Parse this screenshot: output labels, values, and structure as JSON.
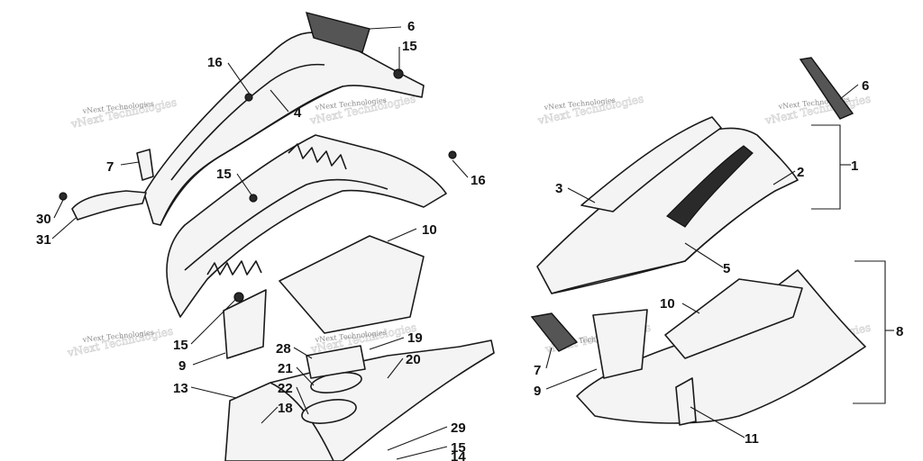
{
  "diagram": {
    "watermark": "vNext Technologies",
    "callouts": [
      {
        "id": "c6a",
        "label": "6"
      },
      {
        "id": "c15a",
        "label": "15"
      },
      {
        "id": "c16a",
        "label": "16"
      },
      {
        "id": "c4",
        "label": "4"
      },
      {
        "id": "c7a",
        "label": "7"
      },
      {
        "id": "c15b",
        "label": "15"
      },
      {
        "id": "c16b",
        "label": "16"
      },
      {
        "id": "c30",
        "label": "30"
      },
      {
        "id": "c31",
        "label": "31"
      },
      {
        "id": "c10a",
        "label": "10"
      },
      {
        "id": "c15c",
        "label": "15"
      },
      {
        "id": "c9a",
        "label": "9"
      },
      {
        "id": "c28",
        "label": "28"
      },
      {
        "id": "c19",
        "label": "19"
      },
      {
        "id": "c21",
        "label": "21"
      },
      {
        "id": "c20",
        "label": "20"
      },
      {
        "id": "c13",
        "label": "13"
      },
      {
        "id": "c22",
        "label": "22"
      },
      {
        "id": "c18",
        "label": "18"
      },
      {
        "id": "c29",
        "label": "29"
      },
      {
        "id": "c15d",
        "label": "15"
      },
      {
        "id": "c14",
        "label": "14"
      },
      {
        "id": "c6b",
        "label": "6"
      },
      {
        "id": "c1",
        "label": "1"
      },
      {
        "id": "c3",
        "label": "3"
      },
      {
        "id": "c2",
        "label": "2"
      },
      {
        "id": "c5",
        "label": "5"
      },
      {
        "id": "c10b",
        "label": "10"
      },
      {
        "id": "c8",
        "label": "8"
      },
      {
        "id": "c7b",
        "label": "7"
      },
      {
        "id": "c9b",
        "label": "9"
      },
      {
        "id": "c11",
        "label": "11"
      }
    ]
  }
}
